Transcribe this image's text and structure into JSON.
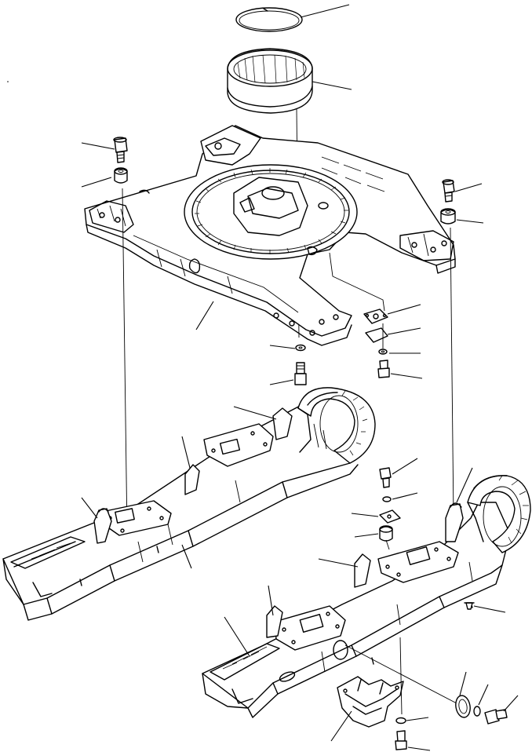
{
  "drawing": {
    "kind": "exploded parts diagram",
    "background": "#ffffff",
    "line_color": "#000000",
    "parts": [
      {
        "name": "snap-ring"
      },
      {
        "name": "center-joint-housing-ring"
      },
      {
        "name": "upper-frame"
      },
      {
        "name": "mounting-bolt-left"
      },
      {
        "name": "spacer-left"
      },
      {
        "name": "mounting-bolt-right"
      },
      {
        "name": "spacer-right"
      },
      {
        "name": "cover-plate"
      },
      {
        "name": "gasket"
      },
      {
        "name": "washer"
      },
      {
        "name": "bolt"
      },
      {
        "name": "left-track-frame"
      },
      {
        "name": "right-track-frame"
      },
      {
        "name": "guard-bracket"
      },
      {
        "name": "plug"
      },
      {
        "name": "cap"
      }
    ]
  }
}
